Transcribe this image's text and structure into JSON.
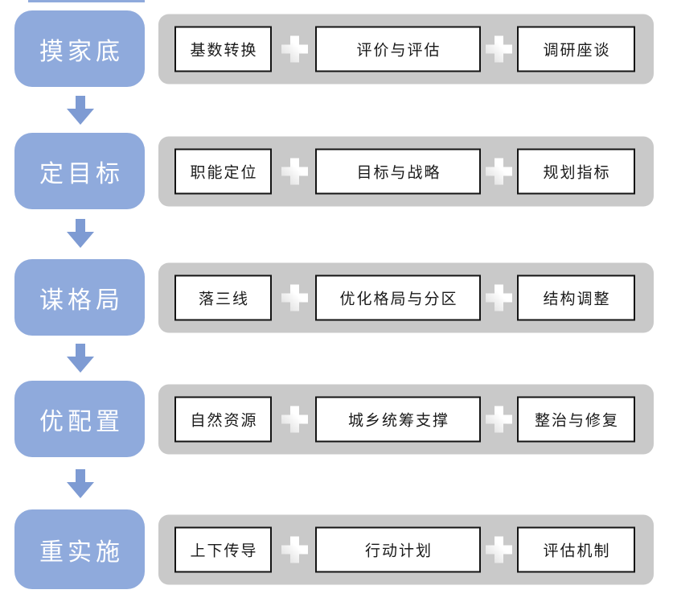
{
  "palette": {
    "stage_blue": "#8FAADC",
    "arrow_blue": "#7E9BD3",
    "bar_gray": "#C9C9C9",
    "step_box_bg": "#FFFFFF",
    "step_box_border": "#141414",
    "stage_text": "#FFFFFF",
    "step_text": "#1A1A1A",
    "plus_fill": "#FBFBFB"
  },
  "icons": {
    "connector": "plus-icon",
    "progression": "arrow-down-icon"
  },
  "flow": {
    "rows": [
      {
        "stage": "摸家底",
        "steps": [
          "基数转换",
          "评价与评估",
          "调研座谈"
        ]
      },
      {
        "stage": "定目标",
        "steps": [
          "职能定位",
          "目标与战略",
          "规划指标"
        ]
      },
      {
        "stage": "谋格局",
        "steps": [
          "落三线",
          "优化格局与分区",
          "结构调整"
        ]
      },
      {
        "stage": "优配置",
        "steps": [
          "自然资源",
          "城乡统筹支撑",
          "整治与修复"
        ]
      },
      {
        "stage": "重实施",
        "steps": [
          "上下传导",
          "行动计划",
          "评估机制"
        ]
      }
    ]
  }
}
